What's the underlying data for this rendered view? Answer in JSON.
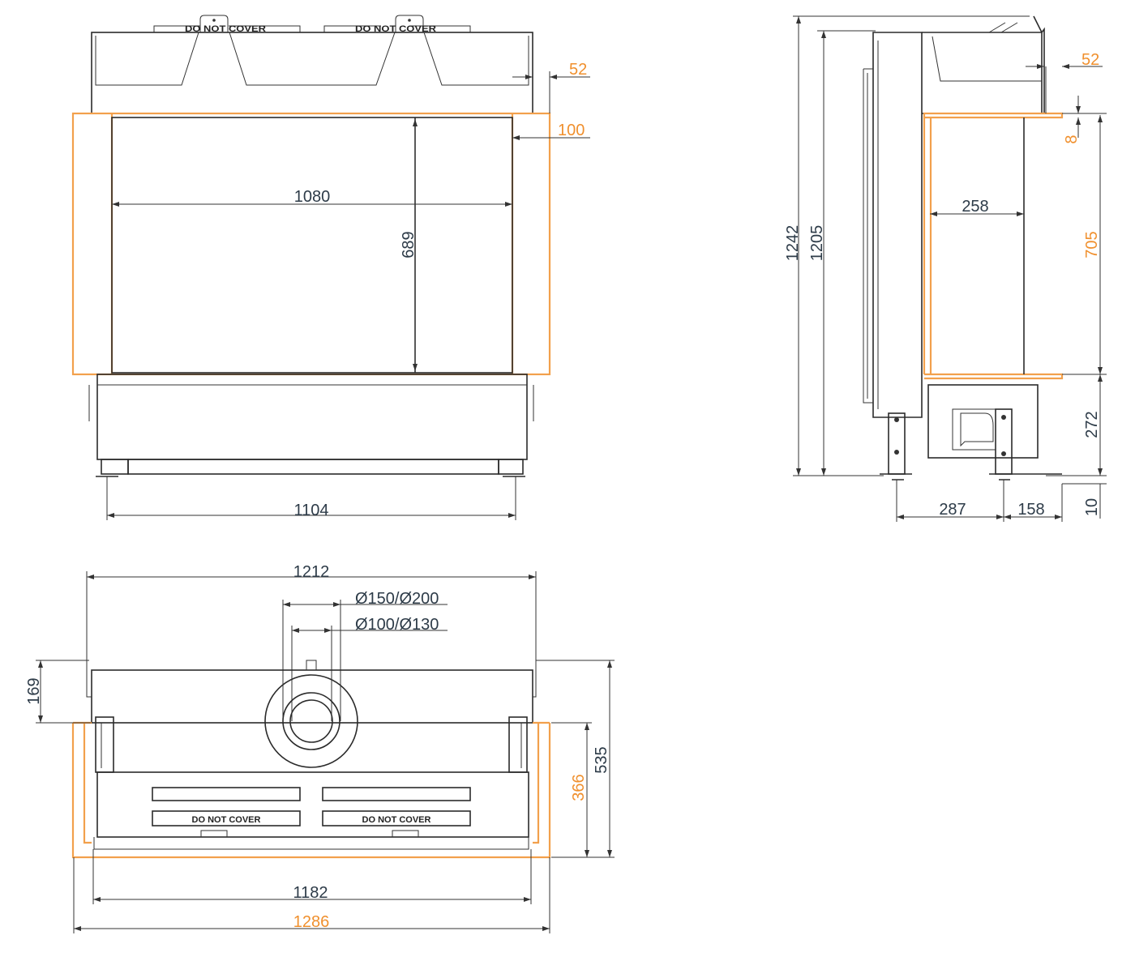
{
  "colors": {
    "line": "#2b2b2b",
    "accent_orange": "#f2a04c",
    "dimension_text": "#2d3b48"
  },
  "front_view": {
    "labels": {
      "left_tab": "DO NOT COVER",
      "right_tab": "DO NOT COVER"
    },
    "dimensions": {
      "top_offset": "52",
      "frame_offset": "100",
      "glass_width": "1080",
      "glass_height": "689",
      "feet_width": "1104"
    }
  },
  "side_view": {
    "dimensions": {
      "total_height": "1242",
      "body_height": "1205",
      "top_offset": "52",
      "frame_gap": "8",
      "depth_inner": "258",
      "frame_height": "705",
      "base_height": "272",
      "feet_height": "10",
      "feet_spacing": "287",
      "front_depth": "158"
    }
  },
  "plan_view": {
    "labels": {
      "vent_left": "DO NOT COVER",
      "vent_right": "DO NOT COVER"
    },
    "dimensions": {
      "top_width": "1212",
      "flue_outer": "Ø150/Ø200",
      "flue_inner": "Ø100/Ø130",
      "rear_depth": "169",
      "total_depth": "535",
      "frame_depth": "366",
      "body_width": "1182",
      "frame_width": "1286"
    }
  }
}
